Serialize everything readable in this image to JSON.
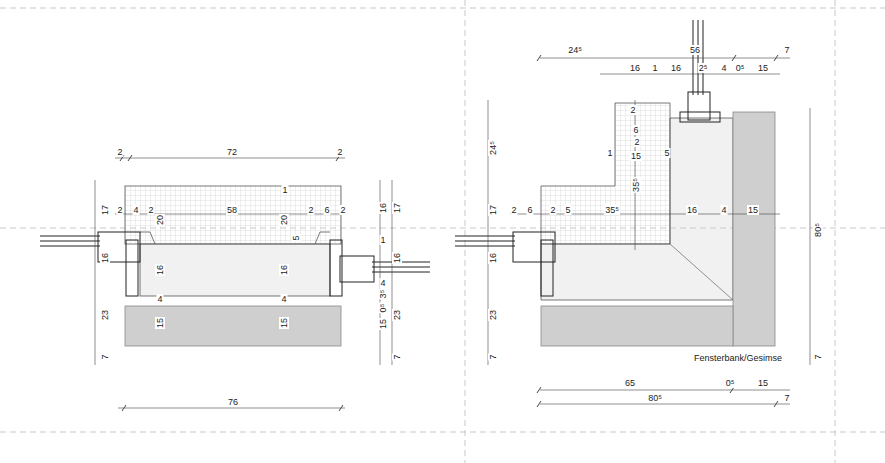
{
  "diagram": {
    "labels": [
      "2",
      "72",
      "2",
      "17",
      "2",
      "4",
      "2",
      "58",
      "20",
      "1",
      "20",
      "2",
      "6",
      "2",
      "5",
      "16",
      "16",
      "4",
      "4",
      "15",
      "15",
      "16",
      "17",
      "1",
      "16",
      "4",
      "3⁵",
      "0⁵",
      "15",
      "23",
      "7",
      "16",
      "23",
      "7",
      "76",
      "24⁵",
      "56",
      "7",
      "16",
      "1",
      "16",
      "2⁵",
      "4",
      "0⁵",
      "15",
      "2",
      "6",
      "2",
      "1",
      "15",
      "5",
      "35⁵",
      "24⁵",
      "17",
      "16",
      "23",
      "7",
      "2",
      "6",
      "2",
      "5",
      "35⁵",
      "16",
      "4",
      "15",
      "80⁵",
      "7",
      "Fensterbank/Gesimse",
      "65",
      "0⁵",
      "15",
      "80⁵",
      "7"
    ]
  }
}
